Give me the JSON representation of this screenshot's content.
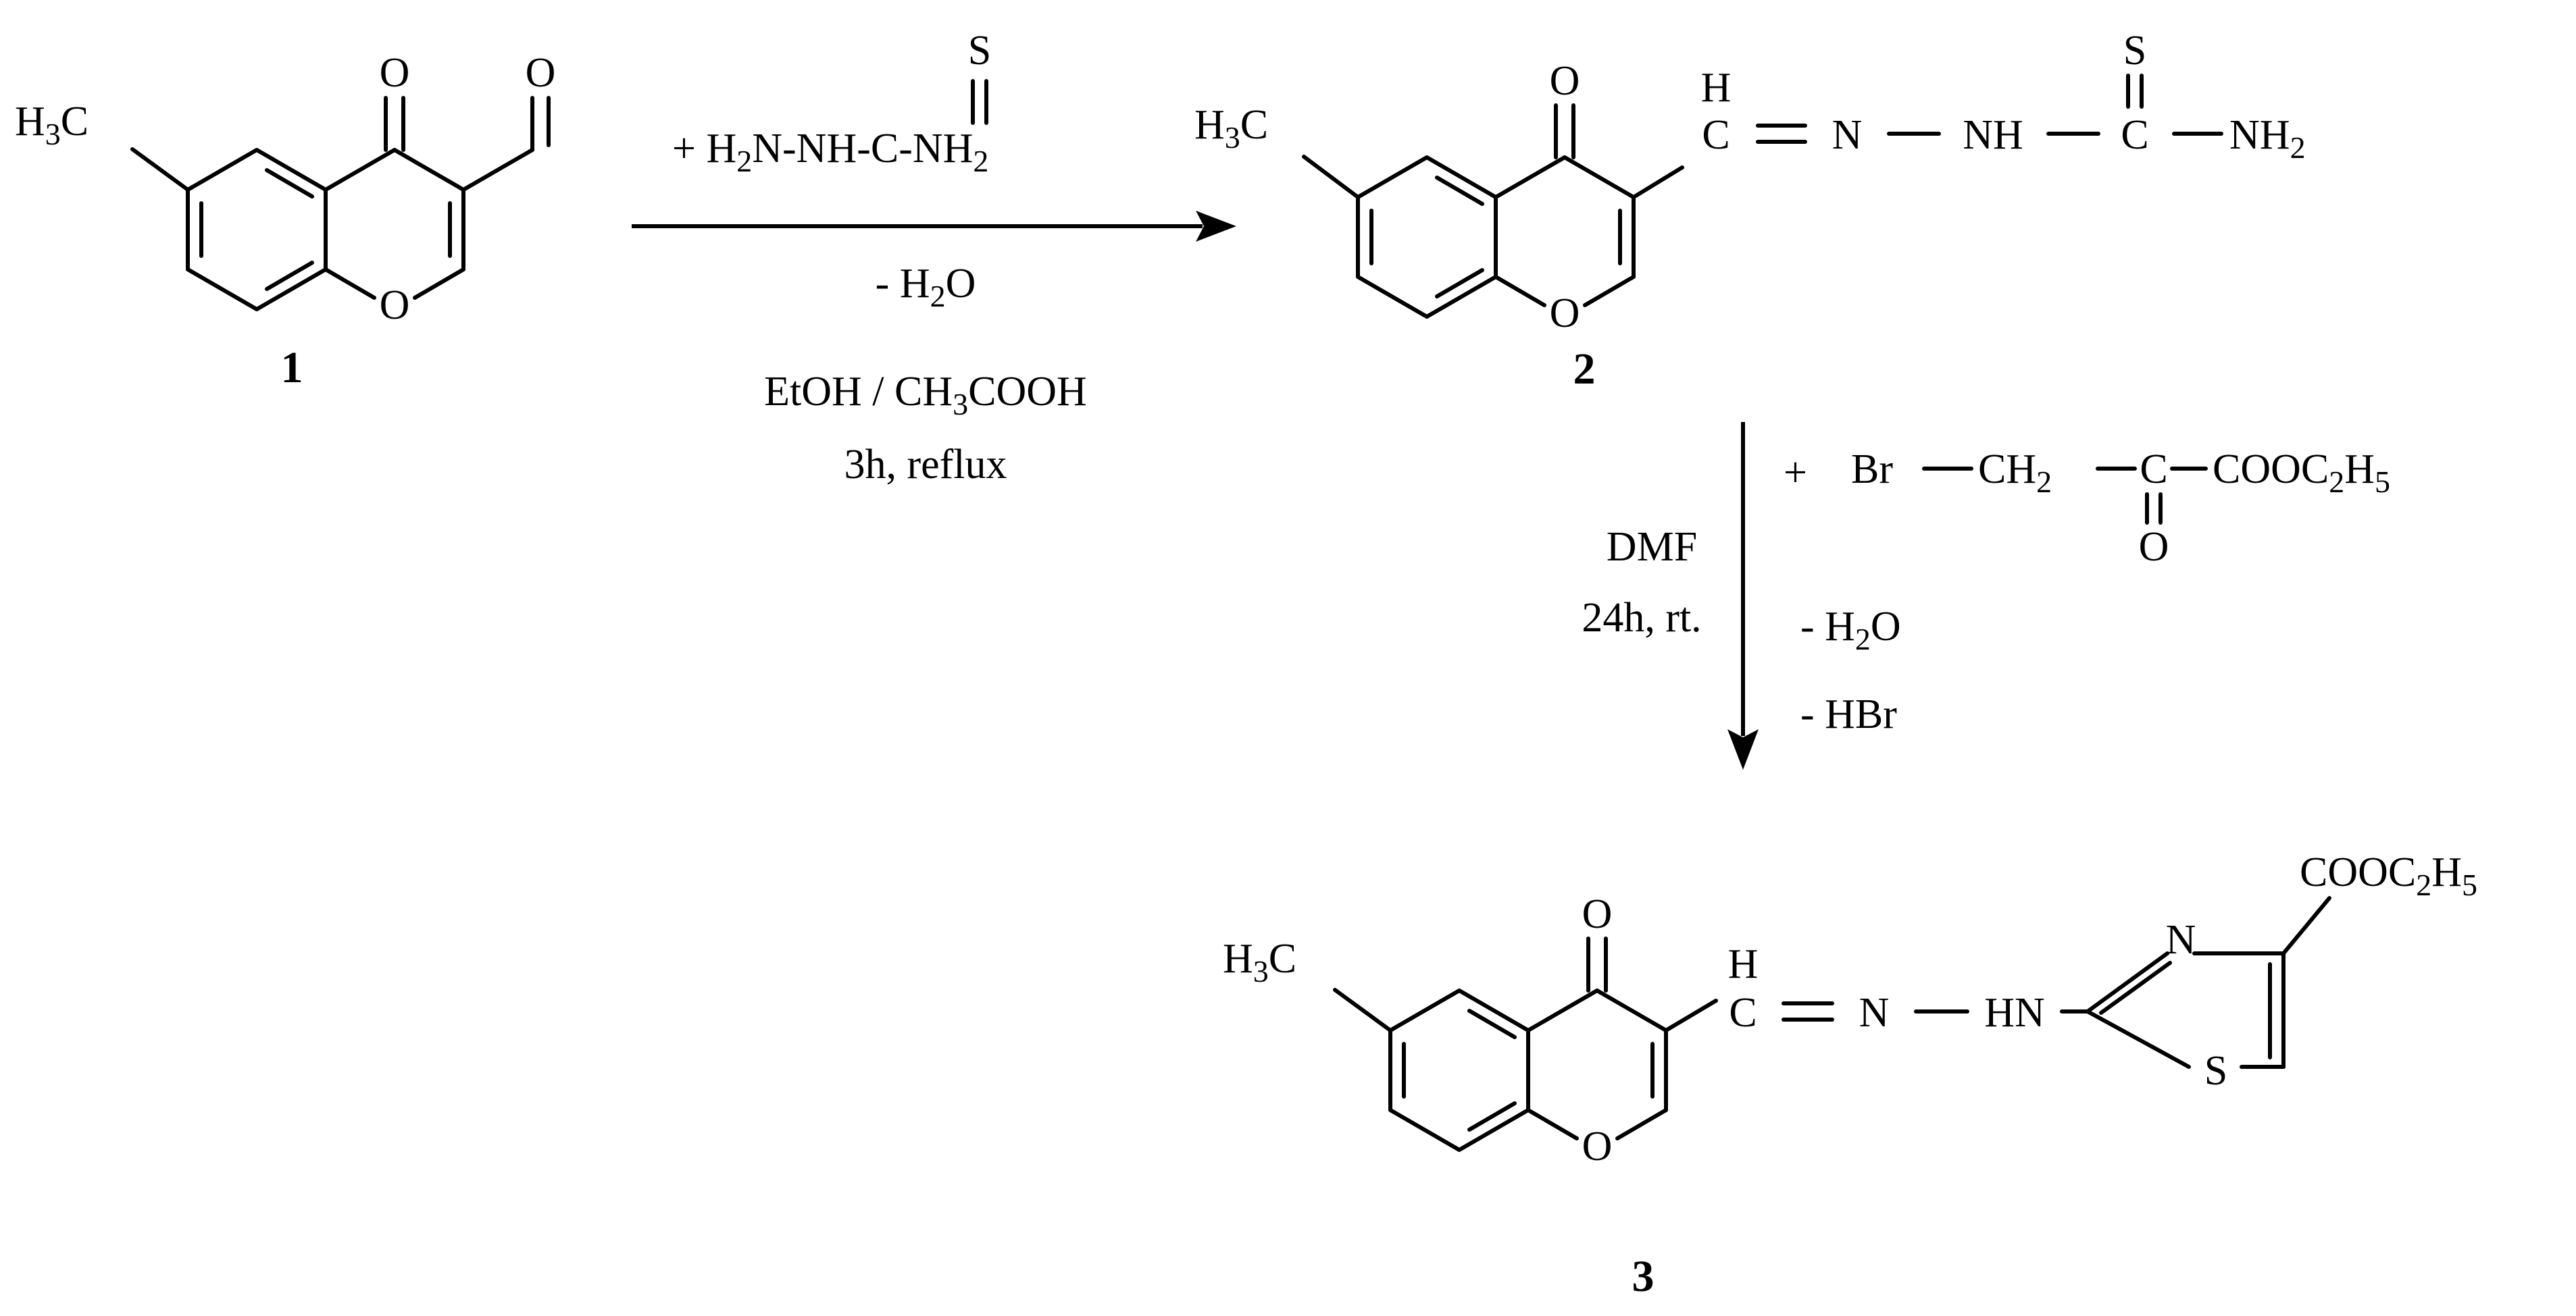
{
  "compound1": {
    "label": "1",
    "methyl": "H3C",
    "ketone_O": "O",
    "ring_O": "O",
    "aldehyde_O": "O"
  },
  "step1": {
    "reagent": "+ H2N-NH-C-NH2",
    "reagent_S": "S",
    "byproduct": "- H2O",
    "solvent": "EtOH / CH3COOH",
    "conditions": "3h, reflux"
  },
  "compound2": {
    "label": "2",
    "methyl": "H3C",
    "ketone_O": "O",
    "ring_O": "O",
    "H": "H",
    "N": "N",
    "NH": "NH",
    "C": "C",
    "NH2": "NH2",
    "S": "S"
  },
  "step2": {
    "reagent_prefix": "+",
    "Br": "Br",
    "CH2": "CH2",
    "C": "C",
    "ester": "COOC2H5",
    "carbonyl_O": "O",
    "solvent": "DMF",
    "conditions": "24h, rt.",
    "byproduct1": "- H2O",
    "byproduct2": "- HBr"
  },
  "compound3": {
    "label": "3",
    "methyl": "H3C",
    "ketone_O": "O",
    "ring_O": "O",
    "H": "H",
    "N": "N",
    "HN": "HN",
    "ring_N": "N",
    "ring_S": "S",
    "ester": "COOC2H5"
  }
}
